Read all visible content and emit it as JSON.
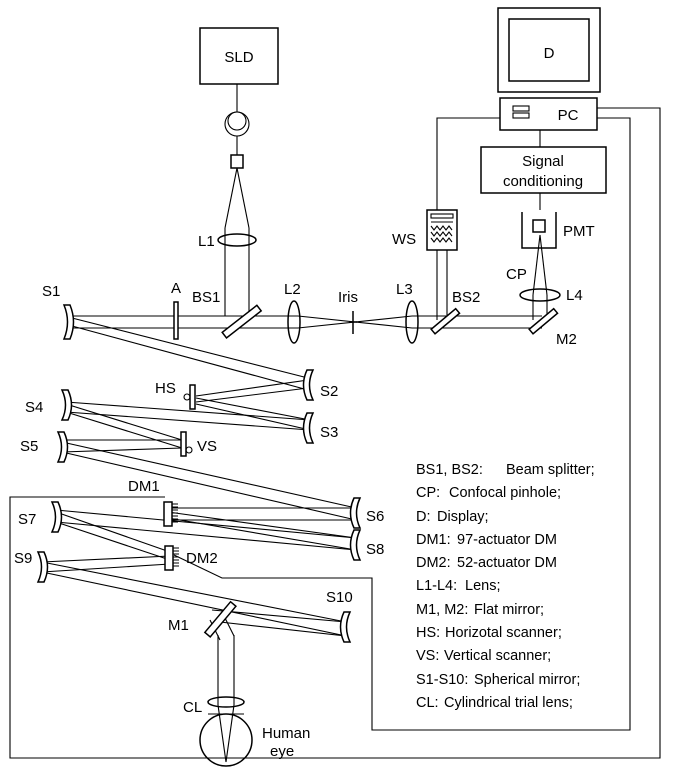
{
  "components": {
    "sld": "SLD",
    "display": "D",
    "pc": "PC",
    "signal_conditioning_line1": "Signal",
    "signal_conditioning_line2": "conditioning",
    "ws": "WS",
    "pmt": "PMT",
    "cp": "CP",
    "l1": "L1",
    "l2": "L2",
    "l3": "L3",
    "l4": "L4",
    "a": "A",
    "bs1": "BS1",
    "bs2": "BS2",
    "iris": "Iris",
    "m1": "M1",
    "m2": "M2",
    "s1": "S1",
    "s2": "S2",
    "s3": "S3",
    "s4": "S4",
    "s5": "S5",
    "s6": "S6",
    "s7": "S7",
    "s8": "S8",
    "s9": "S9",
    "s10": "S10",
    "hs": "HS",
    "vs": "VS",
    "dm1": "DM1",
    "dm2": "DM2",
    "cl": "CL",
    "eye_line1": "Human",
    "eye_line2": "eye"
  },
  "legend": [
    {
      "key": "BS1, BS2:",
      "desc": "Beam splitter;"
    },
    {
      "key": "CP:",
      "desc": "Confocal pinhole;"
    },
    {
      "key": "D:",
      "desc": "Display;"
    },
    {
      "key": "DM1:",
      "desc": "97-actuator DM"
    },
    {
      "key": "DM2:",
      "desc": "52-actuator DM"
    },
    {
      "key": "L1-L4:",
      "desc": "Lens;"
    },
    {
      "key": "M1, M2:",
      "desc": "Flat mirror;"
    },
    {
      "key": "HS:",
      "desc": "Horizotal scanner;"
    },
    {
      "key": "VS:",
      "desc": "Vertical scanner;"
    },
    {
      "key": "S1-S10:",
      "desc": "Spherical mirror;"
    },
    {
      "key": "CL:",
      "desc": "Cylindrical trial lens;"
    }
  ]
}
